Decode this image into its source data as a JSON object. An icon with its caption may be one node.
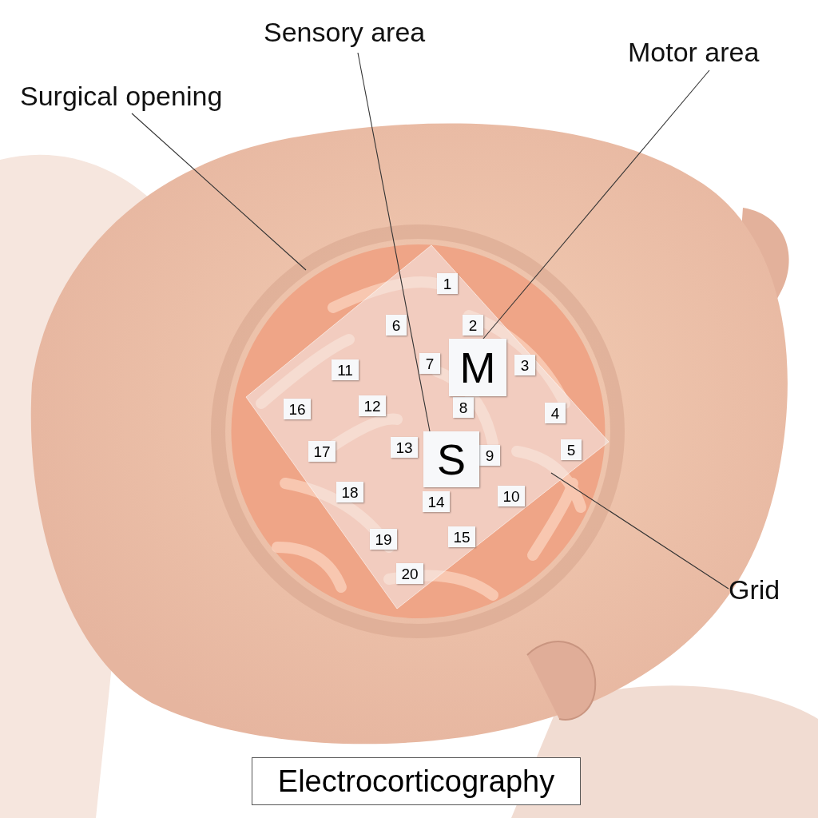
{
  "diagram": {
    "title": "Electrocorticography",
    "nodes": [
      {
        "text": [
          "Surgical opening"
        ]
      },
      {
        "text": [
          "Sensory area"
        ]
      },
      {
        "text": [
          "Motor area"
        ]
      },
      {
        "text": [
          "Grid"
        ]
      },
      {
        "text": [],
        "shape": "circle"
      },
      {
        "text": [],
        "shape": "box",
        "in": 4
      },
      {
        "text": [
          "1"
        ],
        "in": 5
      },
      {
        "text": [
          "2"
        ],
        "in": 5
      },
      {
        "text": [
          "3"
        ],
        "in": 5
      },
      {
        "text": [
          "4"
        ],
        "in": 5
      },
      {
        "text": [
          "5"
        ],
        "in": 5
      },
      {
        "text": [
          "6"
        ],
        "in": 5
      },
      {
        "text": [
          "7"
        ],
        "in": 5
      },
      {
        "text": [
          "8"
        ],
        "in": 5
      },
      {
        "text": [
          "9"
        ],
        "in": 5
      },
      {
        "text": [
          "10"
        ],
        "in": 5
      },
      {
        "text": [
          "11"
        ],
        "in": 5
      },
      {
        "text": [
          "12"
        ],
        "in": 5
      },
      {
        "text": [
          "13"
        ],
        "in": 5
      },
      {
        "text": [
          "14"
        ],
        "in": 5
      },
      {
        "text": [
          "15"
        ],
        "in": 5
      },
      {
        "text": [
          "16"
        ],
        "in": 5
      },
      {
        "text": [
          "17"
        ],
        "in": 5
      },
      {
        "text": [
          "18"
        ],
        "in": 5
      },
      {
        "text": [
          "19"
        ],
        "in": 5
      },
      {
        "text": [
          "20"
        ],
        "in": 5
      },
      {
        "text": [
          "M"
        ],
        "in": 5
      },
      {
        "text": [
          "S"
        ],
        "in": 5
      }
    ],
    "edges": [
      {
        "from": 0,
        "to": 4,
        "arrow": "none"
      },
      {
        "from": 1,
        "to": 27,
        "arrow": "none"
      },
      {
        "from": 2,
        "to": 26,
        "arrow": "none"
      },
      {
        "from": 3,
        "to": 5,
        "arrow": "none"
      }
    ]
  }
}
